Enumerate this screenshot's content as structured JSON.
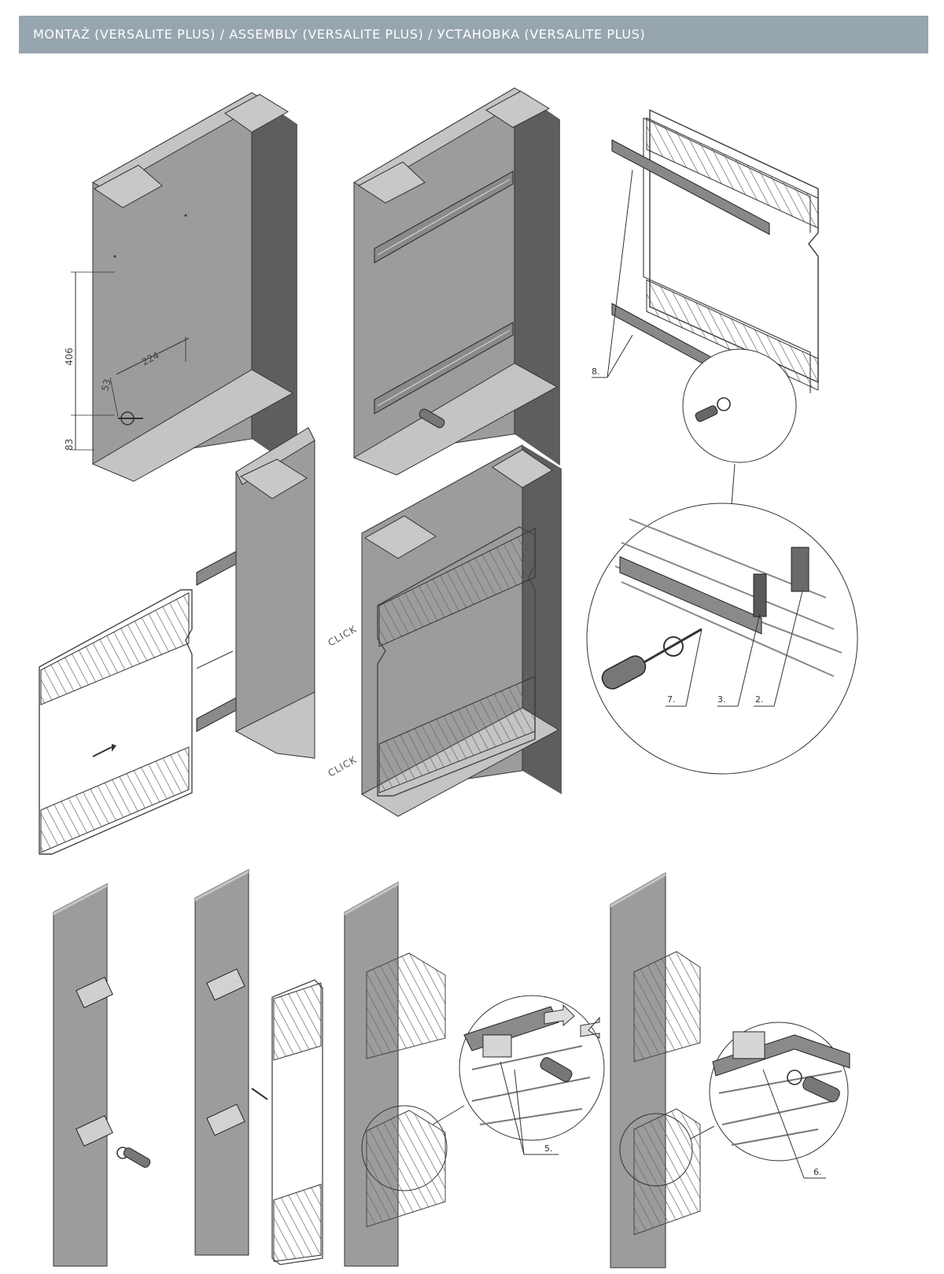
{
  "header": {
    "title": "MONTAŻ (VERSALITE PLUS) / ASSEMBLY (VERSALITE PLUS) / УСТАНОВКА (VERSALITE PLUS)"
  },
  "dimensions": {
    "d406": "406",
    "d224": "224",
    "d53": "53",
    "d83": "83"
  },
  "labels": {
    "click": "CLICK",
    "step2": "2.",
    "step3": "3.",
    "step5": "5.",
    "step6": "6.",
    "step7": "7.",
    "step8": "8."
  },
  "colors": {
    "header_bg": "#97a5ae",
    "panel_front": "#9c9c9c",
    "panel_side": "#5e5e5e",
    "panel_top": "#c4c4c4"
  }
}
